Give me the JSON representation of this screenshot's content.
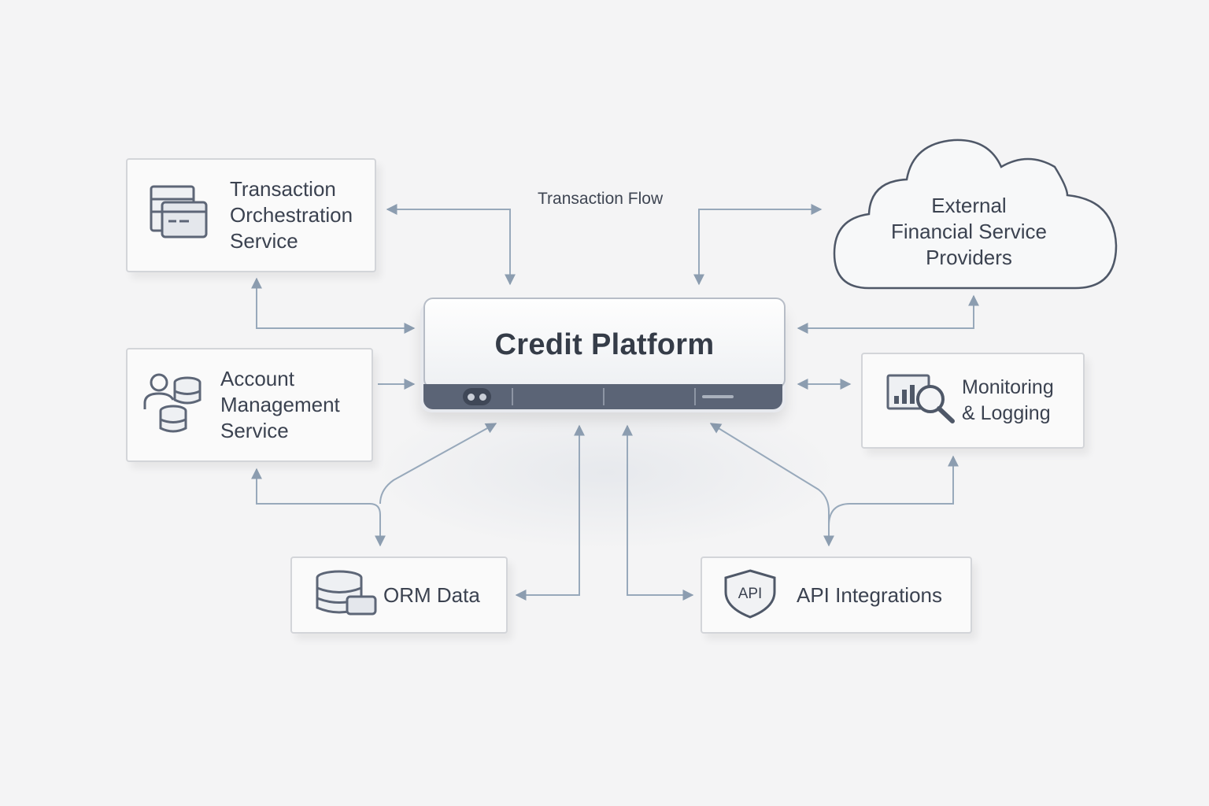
{
  "diagram": {
    "center": {
      "title": "Credit Platform"
    },
    "flow_label": "Transaction Flow",
    "nodes": {
      "transaction_orchestration": {
        "line1": "Transaction",
        "line2": "Orchestration",
        "line3": "Service"
      },
      "account_management": {
        "line1": "Account",
        "line2": "Management",
        "line3": "Service"
      },
      "orm_data": {
        "label": "ORM Data"
      },
      "api_integrations": {
        "label": "API Integrations",
        "badge": "API"
      },
      "monitoring_logging": {
        "line1": "Monitoring",
        "line2": "& Logging"
      },
      "external_providers": {
        "line1": "External",
        "line2": "Financial Service",
        "line3": "Providers"
      }
    },
    "colors": {
      "connector": "#98a9bb",
      "node_border": "#d3d5d9",
      "text": "#3b4250",
      "platform_strip": "#5b6476"
    }
  }
}
